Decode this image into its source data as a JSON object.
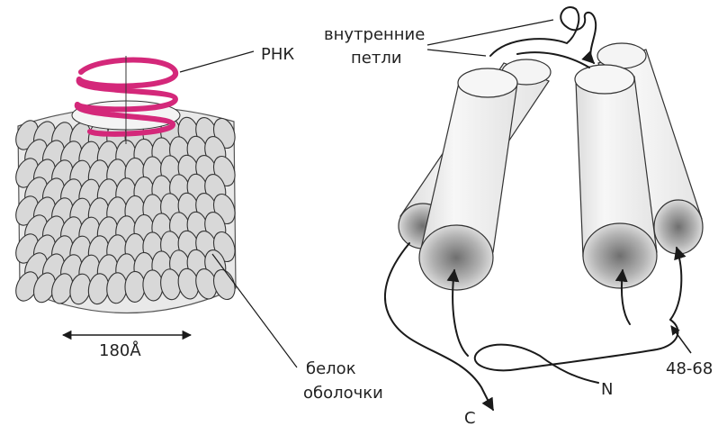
{
  "labels": {
    "rna": "РНК",
    "diameter": "180Å",
    "coat_protein_line1": "белок",
    "coat_protein_line2": "оболочки",
    "inner_loops_line1": "внутренние",
    "inner_loops_line2": "петли",
    "residues": "48-68",
    "n_terminus": "N",
    "c_terminus": "C"
  },
  "colors": {
    "rna": "#d4287a",
    "ink": "#1a1a1a",
    "cylinder_fill": "#f1f1f1",
    "cylinder_end": "#9a9a9a",
    "background": "#ffffff"
  }
}
